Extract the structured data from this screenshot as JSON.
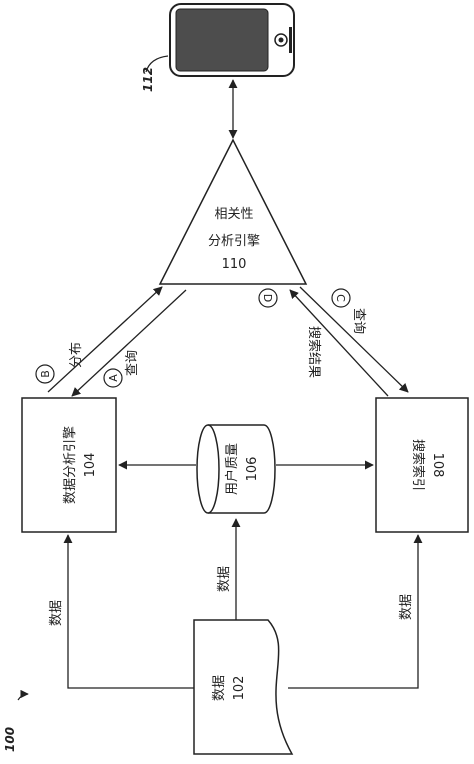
{
  "figure_ref": "100",
  "device": {
    "ref": "112"
  },
  "engine": {
    "line1": "相关性",
    "line2": "分析引擎",
    "num": "110"
  },
  "analysis": {
    "label": "数据分析引擎",
    "num": "104"
  },
  "quality": {
    "label": "用户质量",
    "num": "106"
  },
  "index": {
    "label": "搜索索引",
    "num": "108"
  },
  "data": {
    "label": "数据",
    "num": "102"
  },
  "edges": {
    "dist": "分布",
    "query": "查询",
    "qry2": "查询",
    "results": "搜索结果",
    "data_left": "数据",
    "data_mid": "数据",
    "data_right": "数据"
  },
  "markers": {
    "a": "A",
    "b": "B",
    "c": "C",
    "d": "D"
  }
}
